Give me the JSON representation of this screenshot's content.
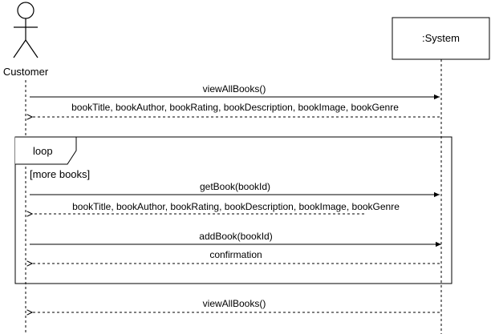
{
  "actor": {
    "label": "Customer"
  },
  "system": {
    "label": ":System"
  },
  "loop": {
    "operator": "loop",
    "guard": "[more books]"
  },
  "messages": [
    {
      "label": "viewAllBooks()",
      "kind": "call"
    },
    {
      "label": "bookTitle, bookAuthor, bookRating, bookDescription, bookImage, bookGenre",
      "kind": "return"
    },
    {
      "label": "getBook(bookId)",
      "kind": "call"
    },
    {
      "label": "bookTitle, bookAuthor, bookRating, bookDescription, bookImage, bookGenre",
      "kind": "return"
    },
    {
      "label": "addBook(bookId)",
      "kind": "call"
    },
    {
      "label": "confirmation",
      "kind": "return"
    },
    {
      "label": "viewAllBooks()",
      "kind": "return"
    }
  ]
}
